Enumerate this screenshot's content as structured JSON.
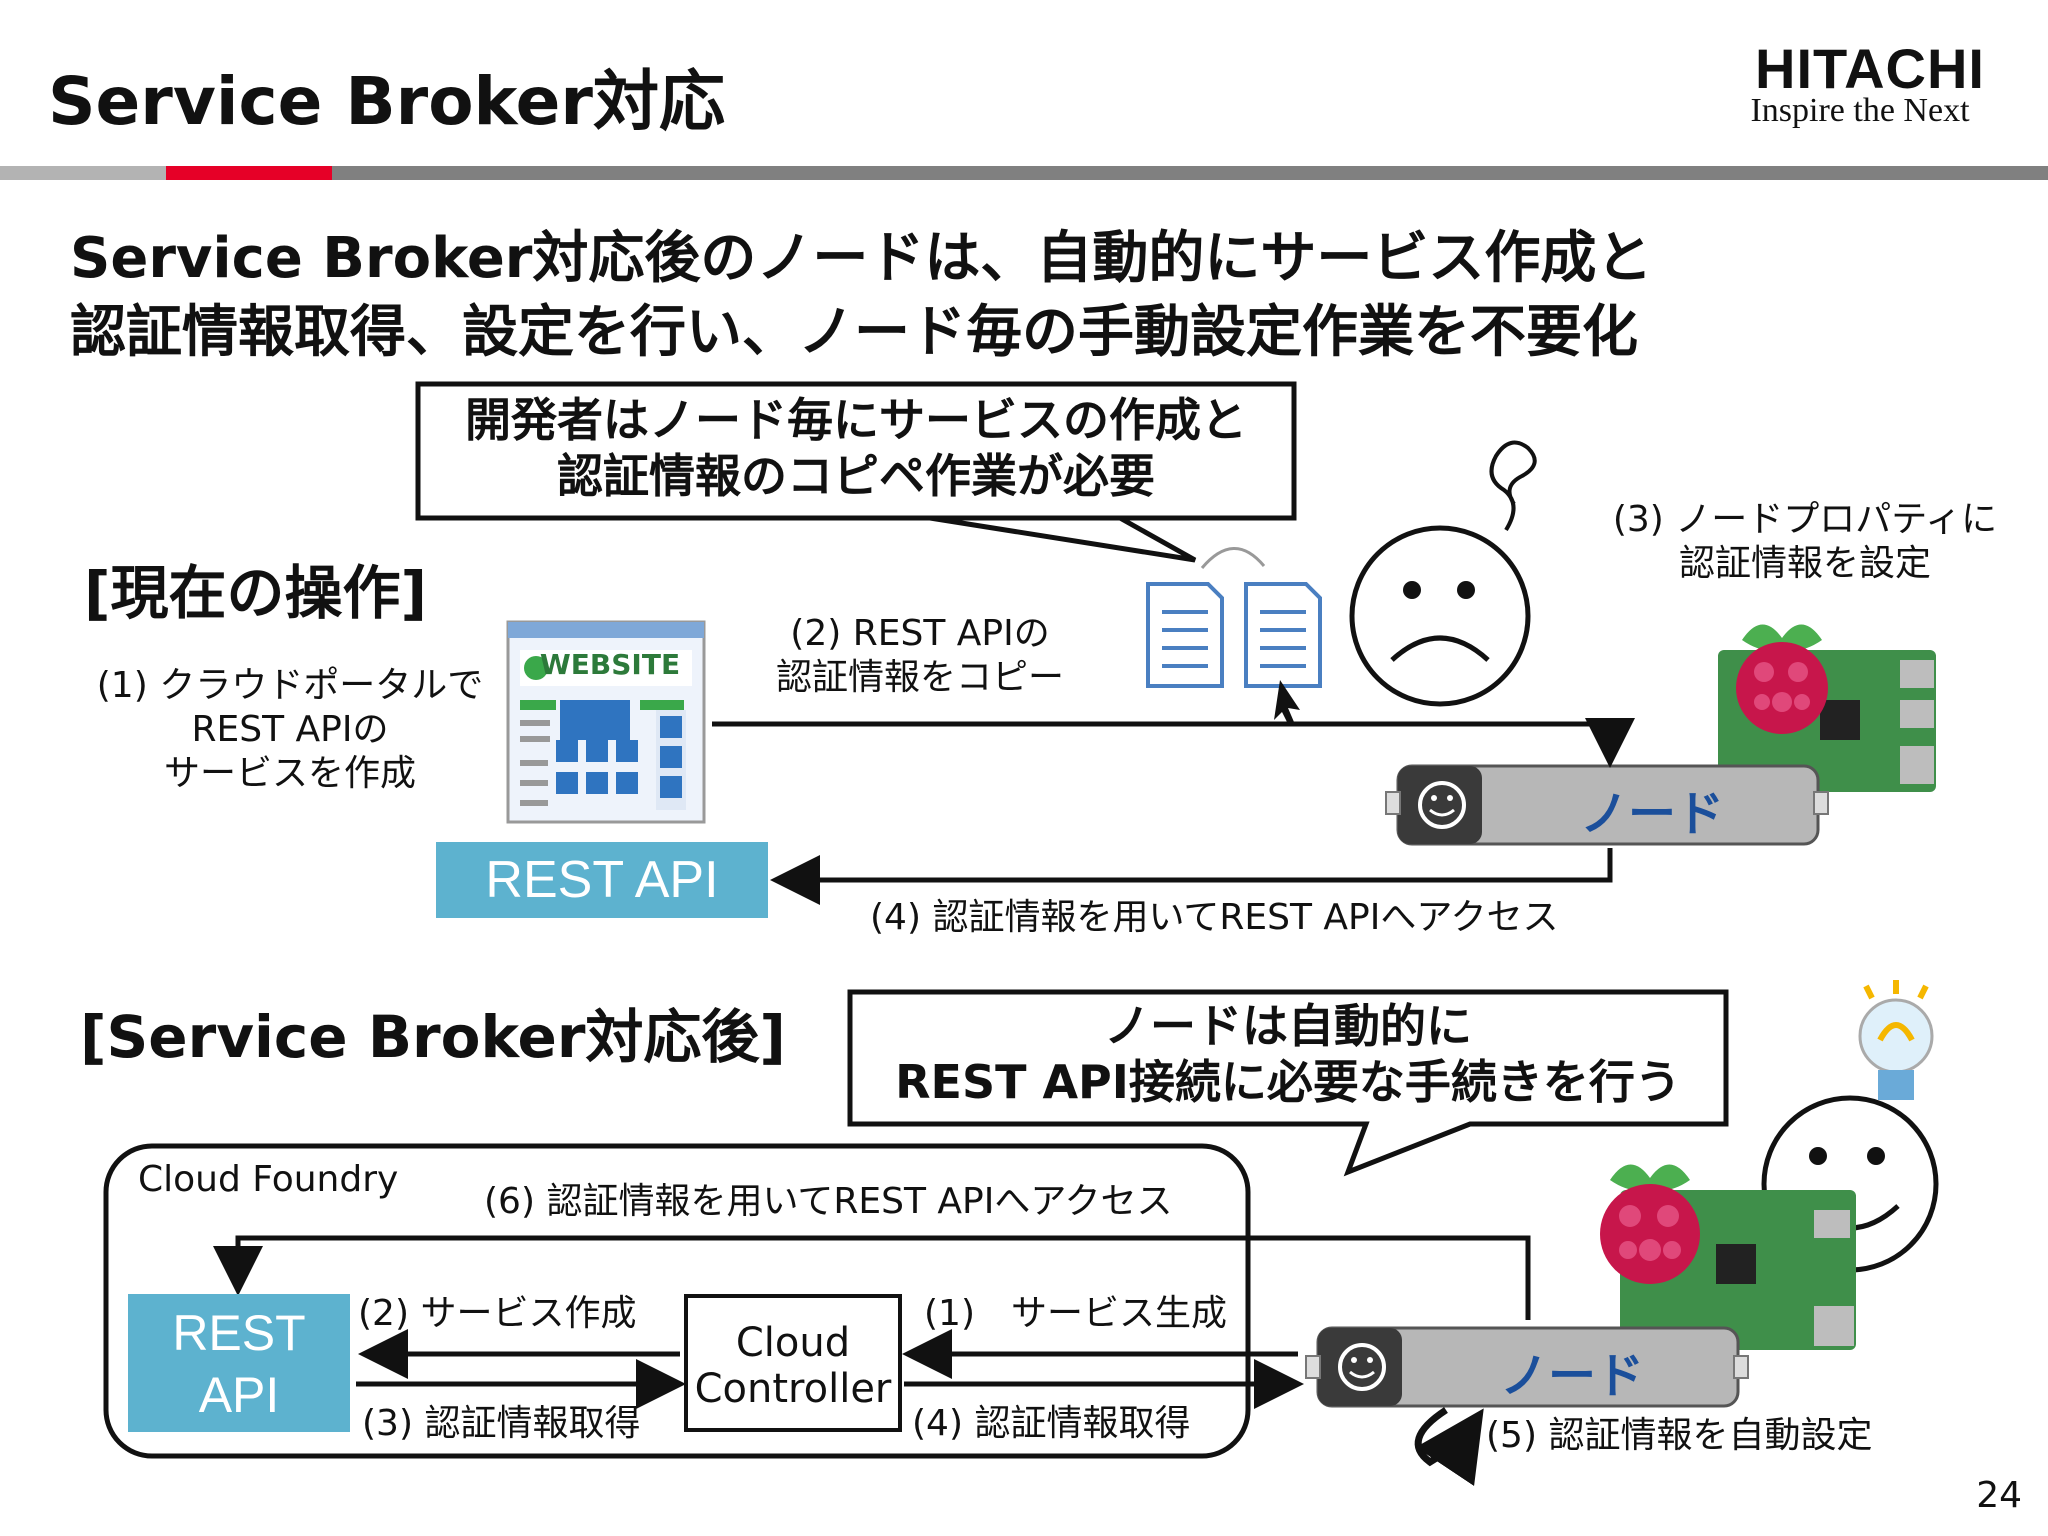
{
  "header": {
    "title": "Service Broker対応",
    "logo_main": "HITACHI",
    "logo_sub": "Inspire the Next"
  },
  "summary": {
    "line1": "Service Broker対応後のノードは、自動的にサービス作成と",
    "line2": "認証情報取得、設定を行い、ノード毎の手動設定作業を不要化"
  },
  "current": {
    "heading": "[現在の操作]",
    "callout_line1": "開発者はノード毎にサービスの作成と",
    "callout_line2": "認証情報のコピペ作業が必要",
    "step1_line1": "(1) クラウドポータルで",
    "step1_line2": "REST APIの",
    "step1_line3": "サービスを作成",
    "step2_line1": "(2) REST APIの",
    "step2_line2": "認証情報をコピー",
    "step3_line1": "(3) ノードプロパティに",
    "step3_line2": "認証情報を設定",
    "step4": "(4) 認証情報を用いてREST APIへアクセス",
    "website_label": "WEBSITE",
    "rest_api": "REST API",
    "node_label": "ノード"
  },
  "after": {
    "heading": "[Service Broker対応後]",
    "callout_line1": "ノードは自動的に",
    "callout_line2": "REST API接続に必要な手続きを行う",
    "cloud_foundry": "Cloud Foundry",
    "step6": "(6) 認証情報を用いてREST APIへアクセス",
    "step2": "(2) サービス作成",
    "step3": "(3) 認証情報取得",
    "step1": "(1)　サービス生成",
    "step4": "(4) 認証情報取得",
    "step5": "(5) 認証情報を自動設定",
    "rest_line1": "REST",
    "rest_line2": "API",
    "cc_line1": "Cloud",
    "cc_line2": "Controller",
    "node_label": "ノード"
  },
  "footer": {
    "page_number": "24"
  },
  "colors": {
    "accent_red": "#e60027",
    "rest_box": "#5db2cf",
    "node_text": "#1b4f9b"
  }
}
